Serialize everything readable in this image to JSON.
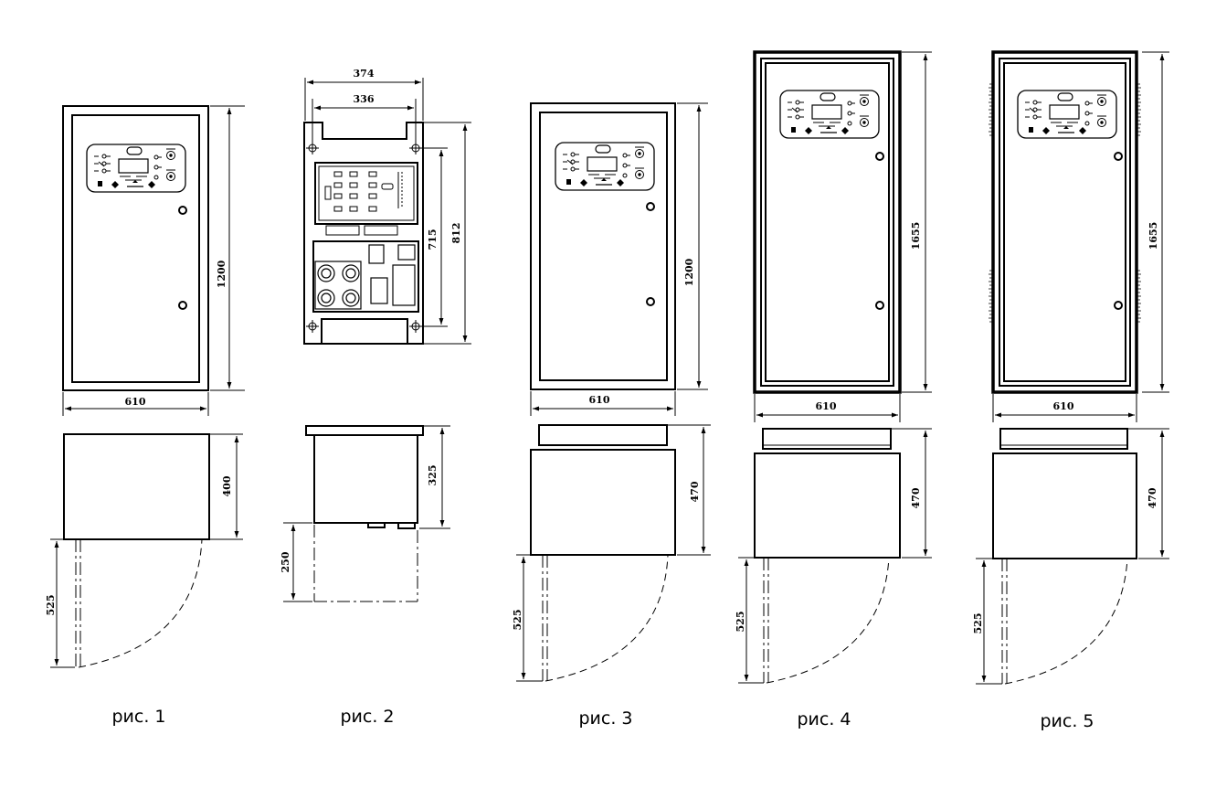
{
  "figures": [
    {
      "caption": "рис. 1",
      "dims": {
        "width": "610",
        "height": "1200",
        "depth": "400",
        "door": "525"
      }
    },
    {
      "caption": "рис. 2",
      "dims": {
        "outer_width": "374",
        "inner_width": "336",
        "height_outer": "812",
        "height_inner": "715",
        "depth": "325",
        "clearance": "250"
      }
    },
    {
      "caption": "рис. 3",
      "dims": {
        "width": "610",
        "height": "1200",
        "depth": "470",
        "door": "525"
      }
    },
    {
      "caption": "рис. 4",
      "dims": {
        "width": "610",
        "height": "1655",
        "depth": "470",
        "door": "525"
      }
    },
    {
      "caption": "рис. 5",
      "dims": {
        "width": "610",
        "height": "1655",
        "depth": "470",
        "door": "525"
      }
    }
  ],
  "colors": {
    "ink": "#000000",
    "background": "#ffffff"
  }
}
